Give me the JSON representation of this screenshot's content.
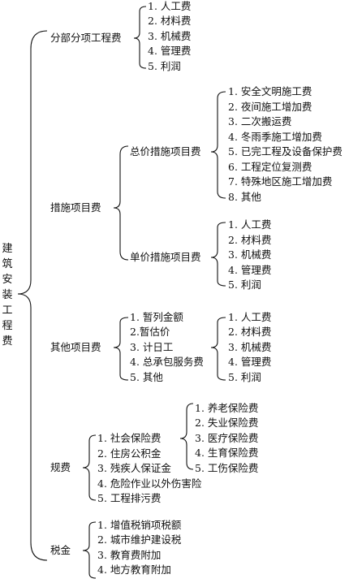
{
  "root": "建筑安装工程费",
  "branches": {
    "fenbu": {
      "label": "分部分项工程费",
      "items": [
        "1. 人工费",
        "2. 材料费",
        "3. 机械费",
        "4. 管理费",
        "5. 利润"
      ]
    },
    "cuoshi": {
      "label": "措施项目费",
      "zongjia": {
        "label": "总价措施项目费",
        "items": [
          "1. 安全文明施工费",
          "2. 夜间施工增加费",
          "3. 二次搬运费",
          "4. 冬雨季施工增加费",
          "5. 已完工程及设备保护费",
          "6. 工程定位复测费",
          "7. 特殊地区施工增加费",
          "8. 其他"
        ]
      },
      "danjia": {
        "label": "单价措施项目费",
        "items": [
          "1. 人工费",
          "2. 材料费",
          "3. 机械费",
          "4. 管理费",
          "5. 利润"
        ]
      }
    },
    "qita": {
      "label": "其他项目费",
      "items": [
        "1. 暂列金额",
        "2.暂估价",
        "3. 计日工",
        "4. 总承包服务费",
        "5. 其他"
      ],
      "sub_items": [
        "1. 人工费",
        "2. 材料费",
        "3. 机械费",
        "4. 管理费",
        "5. 利润"
      ]
    },
    "guifei": {
      "label": "规费",
      "items": [
        "1. 社会保险费",
        "2. 住房公积金",
        "3. 残疾人保证金",
        "4. 危险作业以外伤害险",
        "5. 工程排污费"
      ],
      "shebao": [
        "1. 养老保险费",
        "2. 失业保险费",
        "3. 医疗保险费",
        "4. 生育保险费",
        "5. 工伤保险费"
      ]
    },
    "shuijin": {
      "label": "税金",
      "items": [
        "1. 增值税销项税额",
        "2. 城市维护建设税",
        "3. 教育费附加",
        "4. 地方教育附加"
      ]
    }
  }
}
